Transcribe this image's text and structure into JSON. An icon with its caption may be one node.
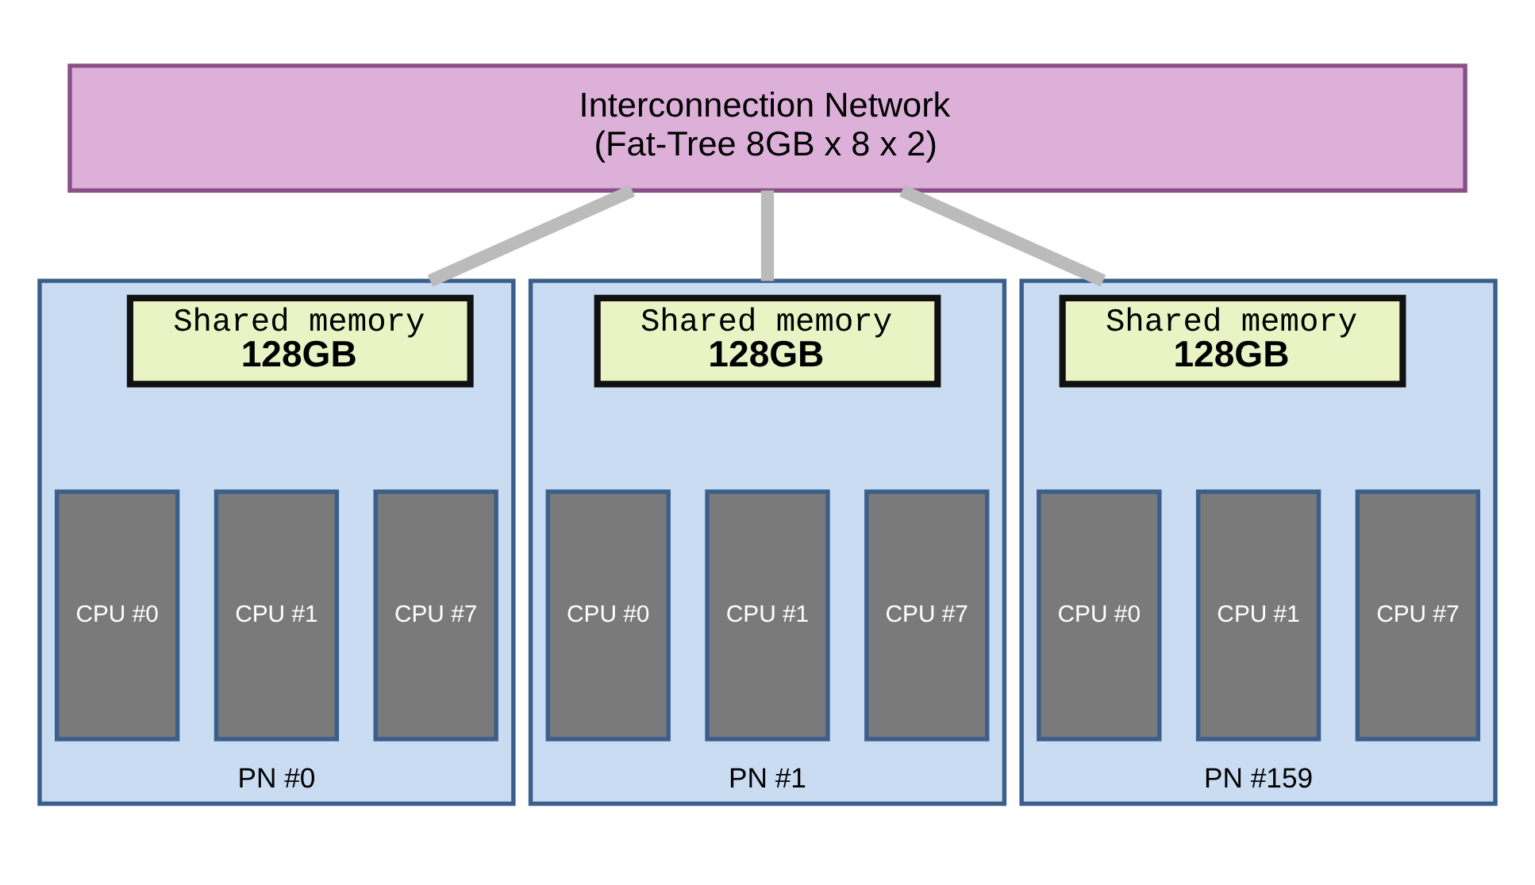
{
  "diagram": {
    "nodes": [
      {
        "text": [
          "Interconnection Network",
          "(Fat-Tree 8GB x 8 x 2)"
        ]
      },
      {
        "text": [],
        "shape": "box",
        "beside": [
          "PN #0"
        ]
      },
      {
        "text": [
          "Shared memory",
          "128GB"
        ],
        "in": 1
      },
      {
        "text": [
          "CPU #0"
        ],
        "in": 1
      },
      {
        "text": [
          "CPU #1"
        ],
        "in": 1
      },
      {
        "text": [
          "CPU #7"
        ],
        "in": 1
      },
      {
        "text": [],
        "shape": "box",
        "beside": [
          "PN #1"
        ]
      },
      {
        "text": [
          "Shared memory",
          "128GB"
        ],
        "in": 6
      },
      {
        "text": [
          "CPU #0"
        ],
        "in": 6
      },
      {
        "text": [
          "CPU #1"
        ],
        "in": 6
      },
      {
        "text": [
          "CPU #7"
        ],
        "in": 6
      },
      {
        "text": [],
        "shape": "box",
        "beside": [
          "PN #159"
        ]
      },
      {
        "text": [
          "Shared memory",
          "128GB"
        ],
        "in": 11
      },
      {
        "text": [
          "CPU #0"
        ],
        "in": 11
      },
      {
        "text": [
          "CPU #1"
        ],
        "in": 11
      },
      {
        "text": [
          "CPU #7"
        ],
        "in": 11
      }
    ],
    "edges": [
      {
        "from": 0,
        "to": 1,
        "arrow": "none"
      },
      {
        "from": 0,
        "to": 6,
        "arrow": "none"
      },
      {
        "from": 0,
        "to": 11,
        "arrow": "none"
      }
    ]
  }
}
